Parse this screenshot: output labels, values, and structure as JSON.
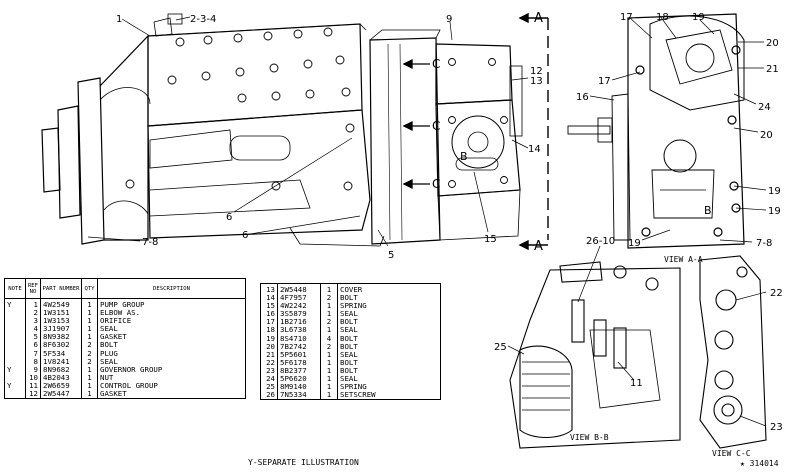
{
  "callouts_main": {
    "c1": "1",
    "c2": "2-3-4",
    "c9": "9",
    "c12": "12",
    "c13": "13",
    "c14": "14",
    "c15": "15",
    "c6a": "6",
    "c6b": "6",
    "c5": "5",
    "c78": "7-8",
    "secA_top": "A",
    "secA_bot": "A",
    "secC_top": "C",
    "secC_mid": "C",
    "secC_bot": "C",
    "secB": "B"
  },
  "callouts_view_aa": {
    "c17a": "17",
    "c18": "18",
    "c19a": "19",
    "c20a": "20",
    "c21": "21",
    "c17b": "17",
    "c16": "16",
    "c24": "24",
    "c20b": "20",
    "c19b": "19",
    "c19c": "19",
    "c19d": "19",
    "c78": "7-8",
    "secB": "B"
  },
  "callouts_views_bc": {
    "c2610": "26-10",
    "c25": "25",
    "c11": "11",
    "c22": "22",
    "c23": "23"
  },
  "view_labels": {
    "aa": "VIEW A-A",
    "bb": "VIEW B-B",
    "cc": "VIEW C-C"
  },
  "table_headers": {
    "note": "NOTE",
    "ref_no": "REF NO",
    "part_number": "PART NUMBER",
    "qty": "QTY",
    "description": "DESCRIPTION"
  },
  "parts_left": [
    {
      "note": "Y",
      "ref": "1",
      "part": "4W2549",
      "qty": "1",
      "desc": "PUMP GROUP"
    },
    {
      "note": "",
      "ref": "2",
      "part": "1W3151",
      "qty": "1",
      "desc": "ELBOW AS."
    },
    {
      "note": "",
      "ref": "3",
      "part": "1W3153",
      "qty": "1",
      "desc": "ORIFICE"
    },
    {
      "note": "",
      "ref": "4",
      "part": "3J1907",
      "qty": "1",
      "desc": "SEAL"
    },
    {
      "note": "",
      "ref": "5",
      "part": "8N9382",
      "qty": "1",
      "desc": "GASKET"
    },
    {
      "note": "",
      "ref": "6",
      "part": "8F6302",
      "qty": "2",
      "desc": "BOLT"
    },
    {
      "note": "",
      "ref": "7",
      "part": "5F534",
      "qty": "2",
      "desc": "PLUG"
    },
    {
      "note": "",
      "ref": "8",
      "part": "1V8241",
      "qty": "2",
      "desc": "SEAL"
    },
    {
      "note": "Y",
      "ref": "9",
      "part": "8N9682",
      "qty": "1",
      "desc": "GOVERNOR GROUP"
    },
    {
      "note": "",
      "ref": "10",
      "part": "4B2043",
      "qty": "1",
      "desc": "NUT"
    },
    {
      "note": "Y",
      "ref": "11",
      "part": "2W6659",
      "qty": "1",
      "desc": "CONTROL GROUP"
    },
    {
      "note": "",
      "ref": "12",
      "part": "2W5447",
      "qty": "1",
      "desc": "GASKET"
    }
  ],
  "parts_right": [
    {
      "ref": "13",
      "part": "2W5448",
      "qty": "1",
      "desc": "COVER"
    },
    {
      "ref": "14",
      "part": "4F7957",
      "qty": "2",
      "desc": "BOLT"
    },
    {
      "ref": "15",
      "part": "4W2242",
      "qty": "1",
      "desc": "SPRING"
    },
    {
      "ref": "16",
      "part": "3S5879",
      "qty": "1",
      "desc": "SEAL"
    },
    {
      "ref": "17",
      "part": "1B2716",
      "qty": "2",
      "desc": "BOLT"
    },
    {
      "ref": "18",
      "part": "3L6738",
      "qty": "1",
      "desc": "SEAL"
    },
    {
      "ref": "19",
      "part": "8S4710",
      "qty": "4",
      "desc": "BOLT"
    },
    {
      "ref": "20",
      "part": "7B2742",
      "qty": "2",
      "desc": "BOLT"
    },
    {
      "ref": "21",
      "part": "5P5601",
      "qty": "1",
      "desc": "SEAL"
    },
    {
      "ref": "22",
      "part": "5F6178",
      "qty": "1",
      "desc": "BOLT"
    },
    {
      "ref": "23",
      "part": "8B2377",
      "qty": "1",
      "desc": "BOLT"
    },
    {
      "ref": "24",
      "part": "5P6620",
      "qty": "1",
      "desc": "SEAL"
    },
    {
      "ref": "25",
      "part": "8M9140",
      "qty": "1",
      "desc": "SPRING"
    },
    {
      "ref": "26",
      "part": "7N5334",
      "qty": "1",
      "desc": "SETSCREW"
    }
  ],
  "caption": "Y-SEPARATE ILLUSTRATION",
  "figure_number": "★ 314014"
}
